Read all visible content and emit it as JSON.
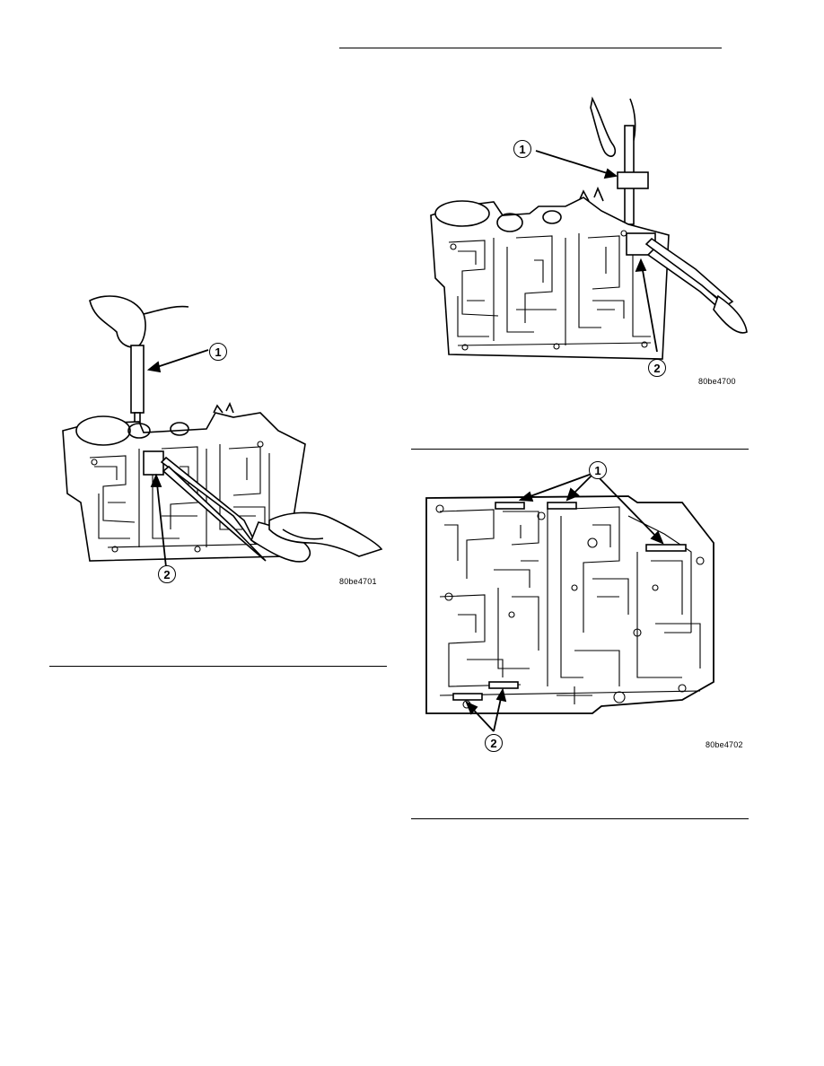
{
  "figures": [
    {
      "id": "80be4701",
      "callouts": [
        "1",
        "2"
      ]
    },
    {
      "id": "80be4700",
      "callouts": [
        "1",
        "2"
      ]
    },
    {
      "id": "80be4702",
      "callouts": [
        "1",
        "2"
      ]
    }
  ]
}
